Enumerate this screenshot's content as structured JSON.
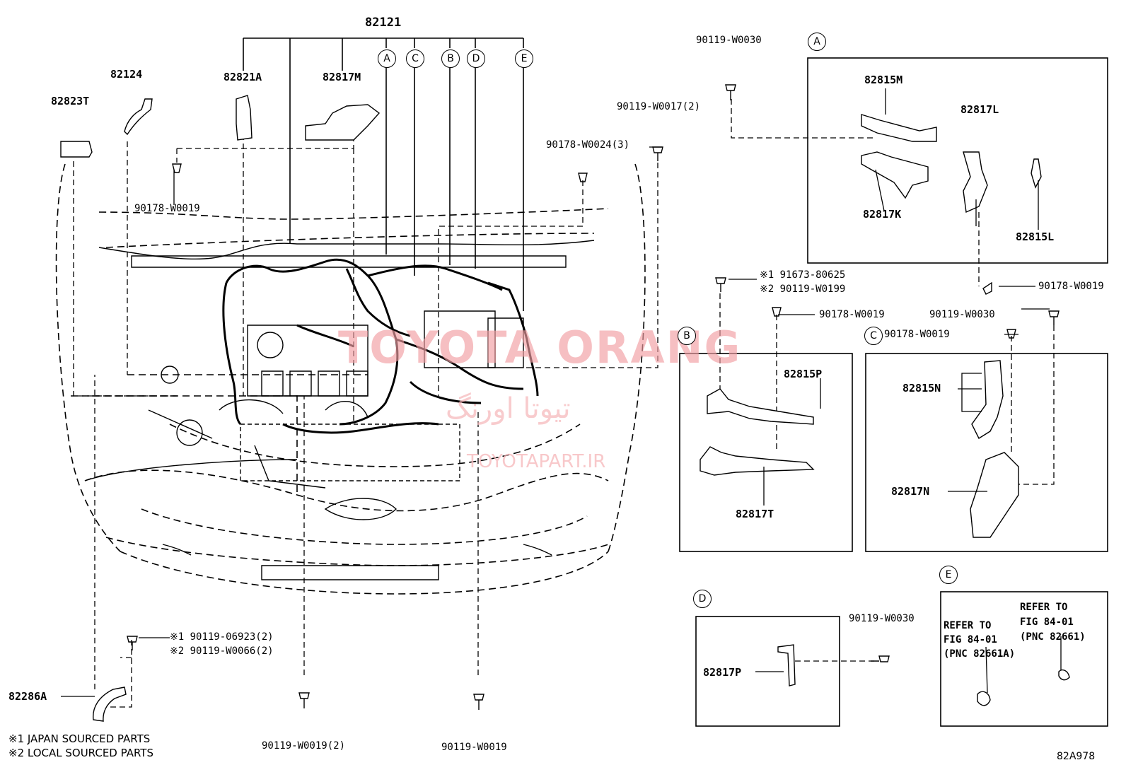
{
  "main_part": "82121",
  "circles": {
    "a": "A",
    "b": "B",
    "c": "C",
    "d": "D",
    "e": "E"
  },
  "parts": {
    "p82124": "82124",
    "p82823T": "82823T",
    "p82821A": "82821A",
    "p82817M": "82817M",
    "p82286A": "82286A",
    "p82815M": "82815M",
    "p82817L": "82817L",
    "p82817K": "82817K",
    "p82815L": "82815L",
    "p82815P": "82815P",
    "p82817T": "82817T",
    "p82815N": "82815N",
    "p82817N": "82817N",
    "p82817P": "82817P"
  },
  "fasteners": {
    "f_90178_W0019_left": "90178-W0019",
    "f_90178_W0024": "90178-W0024(3)",
    "f_90119_W0017": "90119-W0017(2)",
    "f_90119_W0030_top": "90119-W0030",
    "f_90178_W0019_A": "90178-W0019",
    "f_91673_80625": "※1 91673-80625",
    "f_90119_W0199": "※2 90119-W0199",
    "f_90178_W0019_B": "90178-W0019",
    "f_90119_W0030_C": "90119-W0030",
    "f_90178_W0019_C": "90178-W0019",
    "f_90119_06923": "※1 90119-06923(2)",
    "f_90119_W0066": "※2 90119-W0066(2)",
    "f_90119_W0019_2": "90119-W0019(2)",
    "f_90119_W0019": "90119-W0019",
    "f_90119_W0030_D": "90119-W0030"
  },
  "refer": {
    "r1_line1": "REFER TO",
    "r1_line2": "FIG 84-01",
    "r1_line3": "(PNC 82661)",
    "r2_line1": "REFER TO",
    "r2_line2": "FIG 84-01",
    "r2_line3": "(PNC 82661A)"
  },
  "notes": {
    "n1": "※1 JAPAN SOURCED PARTS",
    "n2": "※2 LOCAL SOURCED PARTS"
  },
  "figure_code": "82A978",
  "watermark": {
    "line1": "TOYOTA ORANG",
    "line2": "تیوتا اورنگ",
    "line3": "TOYOTAPART.IR"
  }
}
